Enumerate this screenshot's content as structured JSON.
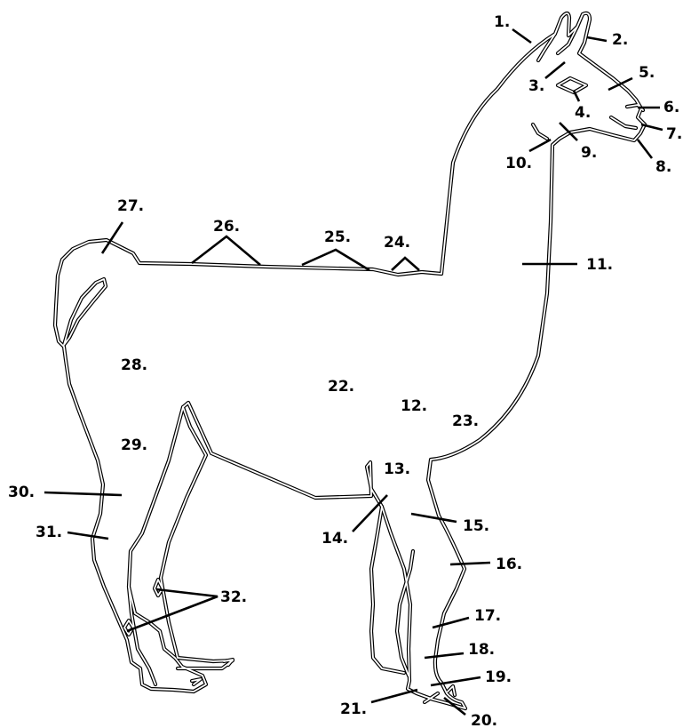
{
  "labels": {
    "l1": "1.",
    "l2": "2.",
    "l3": "3.",
    "l4": "4.",
    "l5": "5.",
    "l6": "6.",
    "l7": "7.",
    "l8": "8.",
    "l9": "9.",
    "l10": "10.",
    "l11": "11.",
    "l12": "12.",
    "l13": "13.",
    "l14": "14.",
    "l15": "15.",
    "l16": "16.",
    "l17": "17.",
    "l18": "18.",
    "l19": "19.",
    "l20": "20.",
    "l21": "21.",
    "l22": "22.",
    "l23": "23.",
    "l24": "24.",
    "l25": "25.",
    "l26": "26.",
    "l27": "27.",
    "l28": "28.",
    "l29": "29.",
    "l30": "30.",
    "l31": "31.",
    "l32": "32."
  },
  "colors": {
    "outline": "#000000",
    "background": "#ffffff"
  }
}
